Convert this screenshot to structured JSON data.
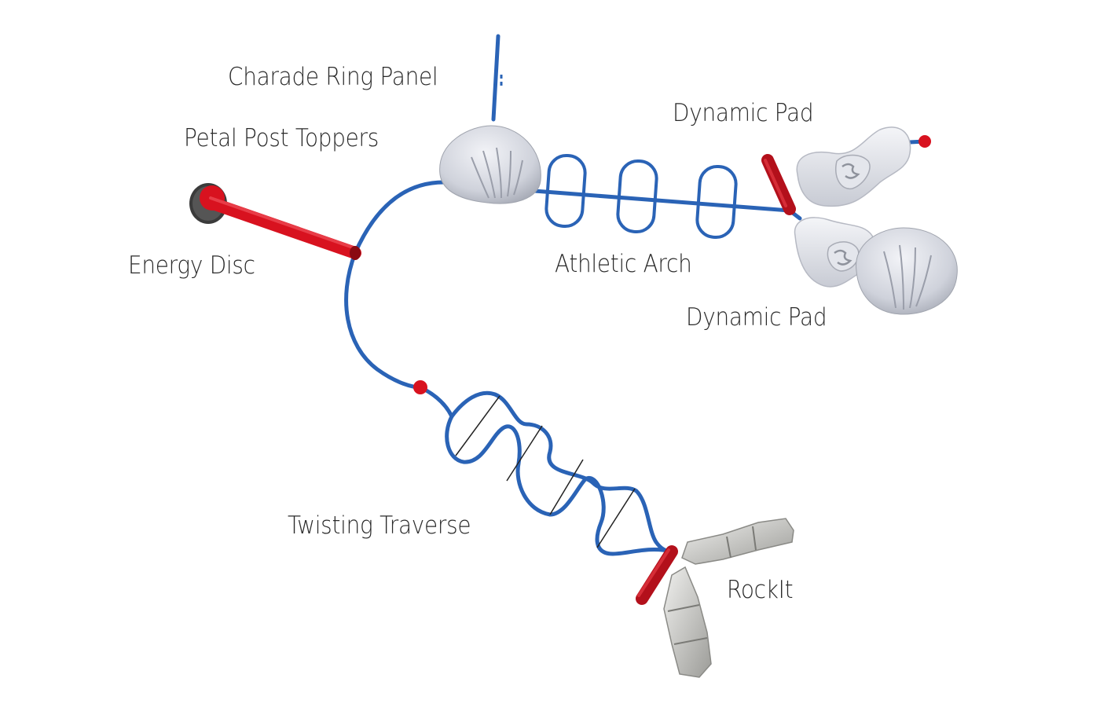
{
  "labels": {
    "charade_ring_panel": "Charade Ring Panel",
    "petal_post_toppers": "Petal Post Toppers",
    "dynamic_pad_top": "Dynamic Pad",
    "energy_disc": "Energy Disc",
    "athletic_arch": "Athletic Arch",
    "dynamic_pad_bottom": "Dynamic Pad",
    "twisting_traverse": "Twisting Traverse",
    "rockit": "RockIt"
  },
  "colors": {
    "rope": "#2a63b6",
    "accent_red": "#d8121f",
    "pad_gray": "#d7d9e0",
    "text": "#2a2a2a"
  }
}
